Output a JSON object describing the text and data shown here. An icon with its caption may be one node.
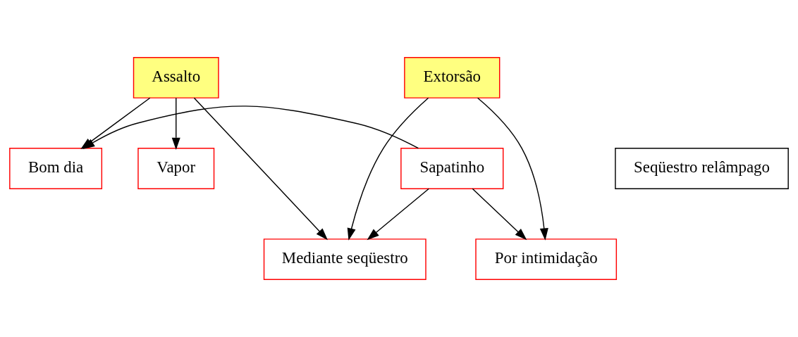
{
  "diagram": {
    "nodes": [
      {
        "text": [
          "Assalto"
        ]
      },
      {
        "text": [
          "Extorsão"
        ]
      },
      {
        "text": [
          "Mediante seqüestro"
        ]
      },
      {
        "text": [
          "Por intimidação"
        ]
      },
      {
        "text": [
          "Vapor"
        ]
      },
      {
        "text": [
          "Bom dia"
        ]
      },
      {
        "text": [
          "Sapatinho"
        ]
      },
      {
        "text": [
          "Seqüestro relâmpago"
        ]
      }
    ],
    "edges": [
      {
        "from": 0,
        "to": 4,
        "arrow": "to"
      },
      {
        "from": 0,
        "to": 5,
        "arrow": "to"
      },
      {
        "from": 0,
        "to": 2,
        "arrow": "to"
      },
      {
        "from": 1,
        "to": 2,
        "arrow": "to"
      },
      {
        "from": 1,
        "to": 3,
        "arrow": "to"
      },
      {
        "from": 6,
        "to": 2,
        "arrow": "to"
      },
      {
        "from": 6,
        "to": 5,
        "arrow": "to"
      },
      {
        "from": 6,
        "to": 3,
        "arrow": "to"
      }
    ]
  }
}
